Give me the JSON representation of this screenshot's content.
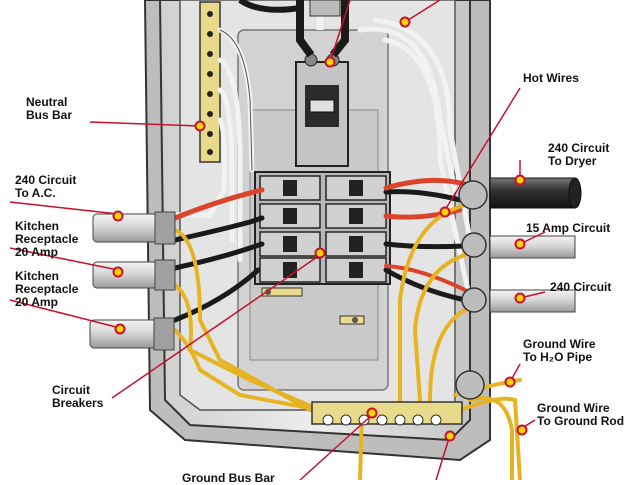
{
  "labels": {
    "neutral_bus_bar": "Neutral\nBus Bar",
    "circuit_240_ac": "240 Circuit\nTo A.C.",
    "kitchen_receptacle_1": "Kitchen\nReceptacle\n20 Amp",
    "kitchen_receptacle_2": "Kitchen\nReceptacle\n20 Amp",
    "circuit_breakers": "Circuit\nBreakers",
    "hot_wires": "Hot Wires",
    "circuit_240_dryer": "240 Circuit\nTo Dryer",
    "amp_15_circuit": "15 Amp Circuit",
    "circuit_240": "240 Circuit",
    "ground_wire_h2o": "Ground Wire\nTo H₂O Pipe",
    "ground_wire_rod": "Ground Wire\nTo Ground Rod",
    "ground_bus_bar": "Ground Bus Bar"
  },
  "colors": {
    "leader_line": "#c8102e",
    "marker_fill": "#ffd400",
    "marker_ring": "#c8102e",
    "hot_wire": "#1a1a1a",
    "neutral_wire": "#f2f2f2",
    "ground_wire": "#e6b422",
    "red_wire": "#d9442b",
    "box_metal": "#d8d8d8",
    "bus_bar": "#e9d98a"
  }
}
